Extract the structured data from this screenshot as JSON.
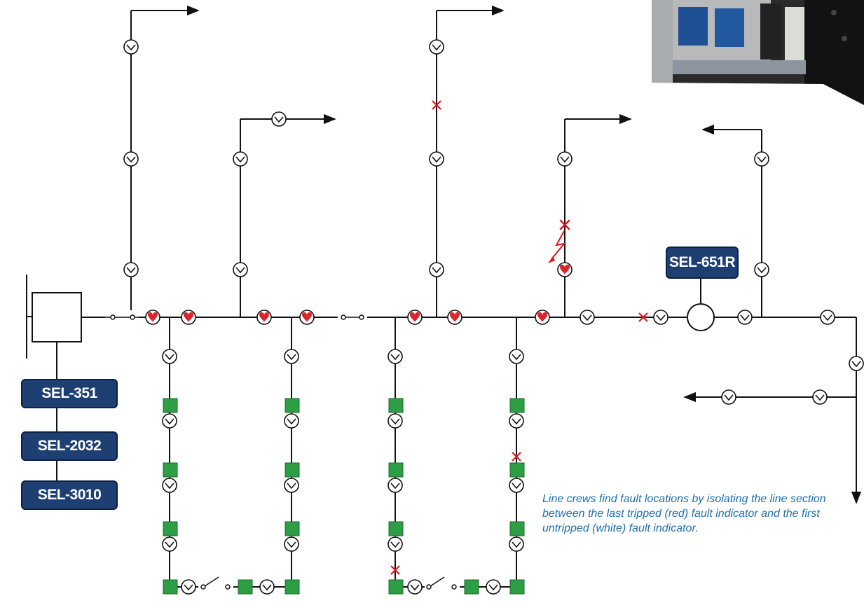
{
  "devices": {
    "sel_351": "SEL-351",
    "sel_2032": "SEL-2032",
    "sel_3010": "SEL-3010",
    "sel_651r": "SEL-651R"
  },
  "caption": "Line crews find fault locations by isolating the line section between the last tripped (red) fault indicator and the first untripped (white) fault indicator.",
  "colors": {
    "line": "#111111",
    "tripped_indicator": "#d9252b",
    "untripped_indicator": "#ffffff",
    "switch_box": "#2e9e44",
    "fault_mark": "#e2141b",
    "device_box": "#1d3f72",
    "caption_text": "#1f6fb0"
  },
  "icons": {
    "tripped": "tripped-fault-indicator-icon",
    "untripped": "untripped-fault-indicator-icon",
    "fault": "fault-x-icon",
    "lightning": "lightning-bolt-icon",
    "recloser": "recloser-circle-icon"
  }
}
